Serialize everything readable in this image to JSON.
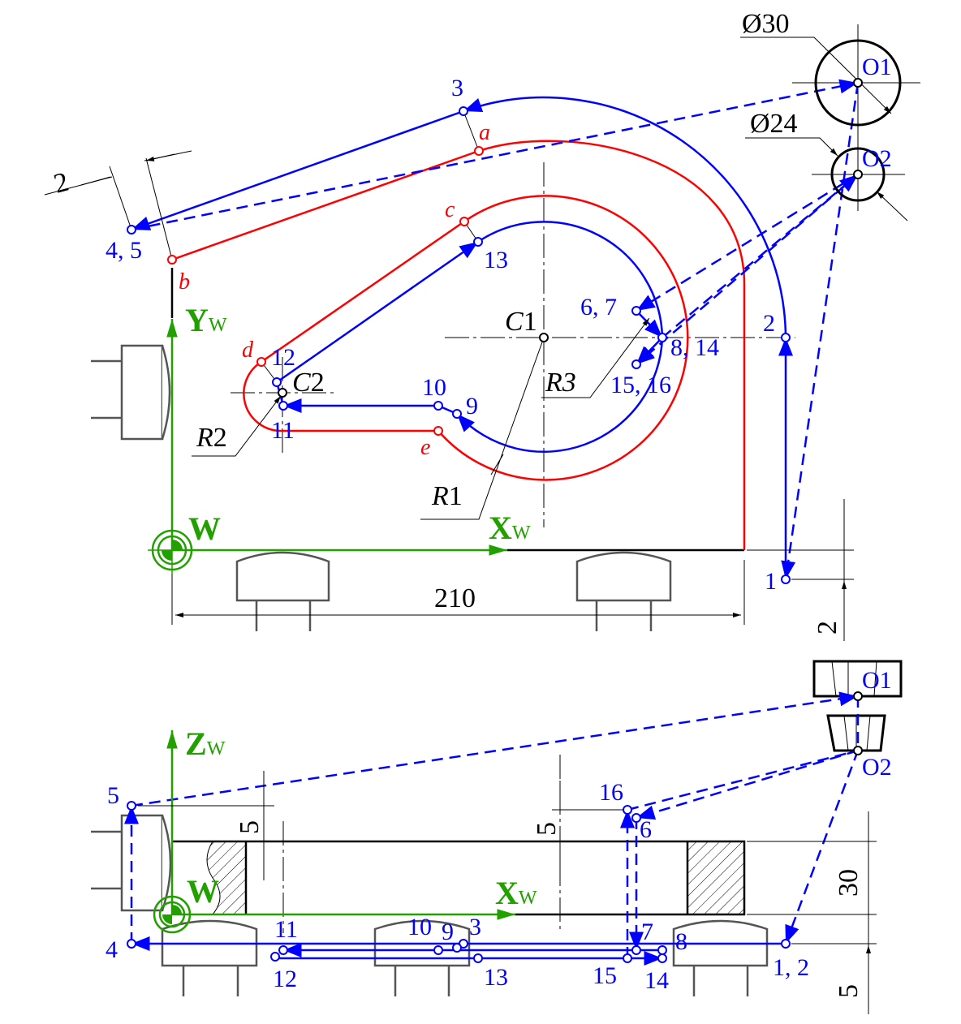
{
  "top_view": {
    "axes": {
      "x": "X",
      "x_sub": "W",
      "y": "Y",
      "y_sub": "W",
      "origin": "W"
    },
    "tools": {
      "o1": "O",
      "o1_sub": "1",
      "o2": "O",
      "o2_sub": "2",
      "d1": "Ø30",
      "d2": "Ø24"
    },
    "centers": {
      "c1": "C",
      "c1_sub": "1",
      "c2": "C",
      "c2_sub": "2"
    },
    "radii": {
      "r1": "R",
      "r1_sub": "1",
      "r2": "R",
      "r2_sub": "2",
      "r3": "R3"
    },
    "contour_points": [
      "a",
      "b",
      "c",
      "d",
      "e"
    ],
    "path_points": [
      "1",
      "2",
      "3",
      "4, 5",
      "6, 7",
      "8, 14",
      "9",
      "10",
      "11",
      "12",
      "13",
      "15, 16"
    ],
    "dimensions": {
      "width": "210",
      "offset_top": "2",
      "offset_right": "2"
    }
  },
  "front_view": {
    "axes": {
      "x": "X",
      "x_sub": "W",
      "z": "Z",
      "z_sub": "W",
      "origin": "W"
    },
    "tools": {
      "o1": "O",
      "o1_sub": "1",
      "o2": "O",
      "o2_sub": "2"
    },
    "path_points": [
      "1, 2",
      "3",
      "4",
      "5",
      "6",
      "7",
      "8",
      "9",
      "10",
      "11",
      "12",
      "13",
      "14",
      "15",
      "16"
    ],
    "dimensions": {
      "left_clearance": "5",
      "mid_clearance": "5",
      "thickness": "30",
      "depth": "5"
    }
  },
  "colors": {
    "path": "#0000ff",
    "contour": "#ff0000",
    "axes": "#22a000",
    "fixture": "#555555"
  }
}
